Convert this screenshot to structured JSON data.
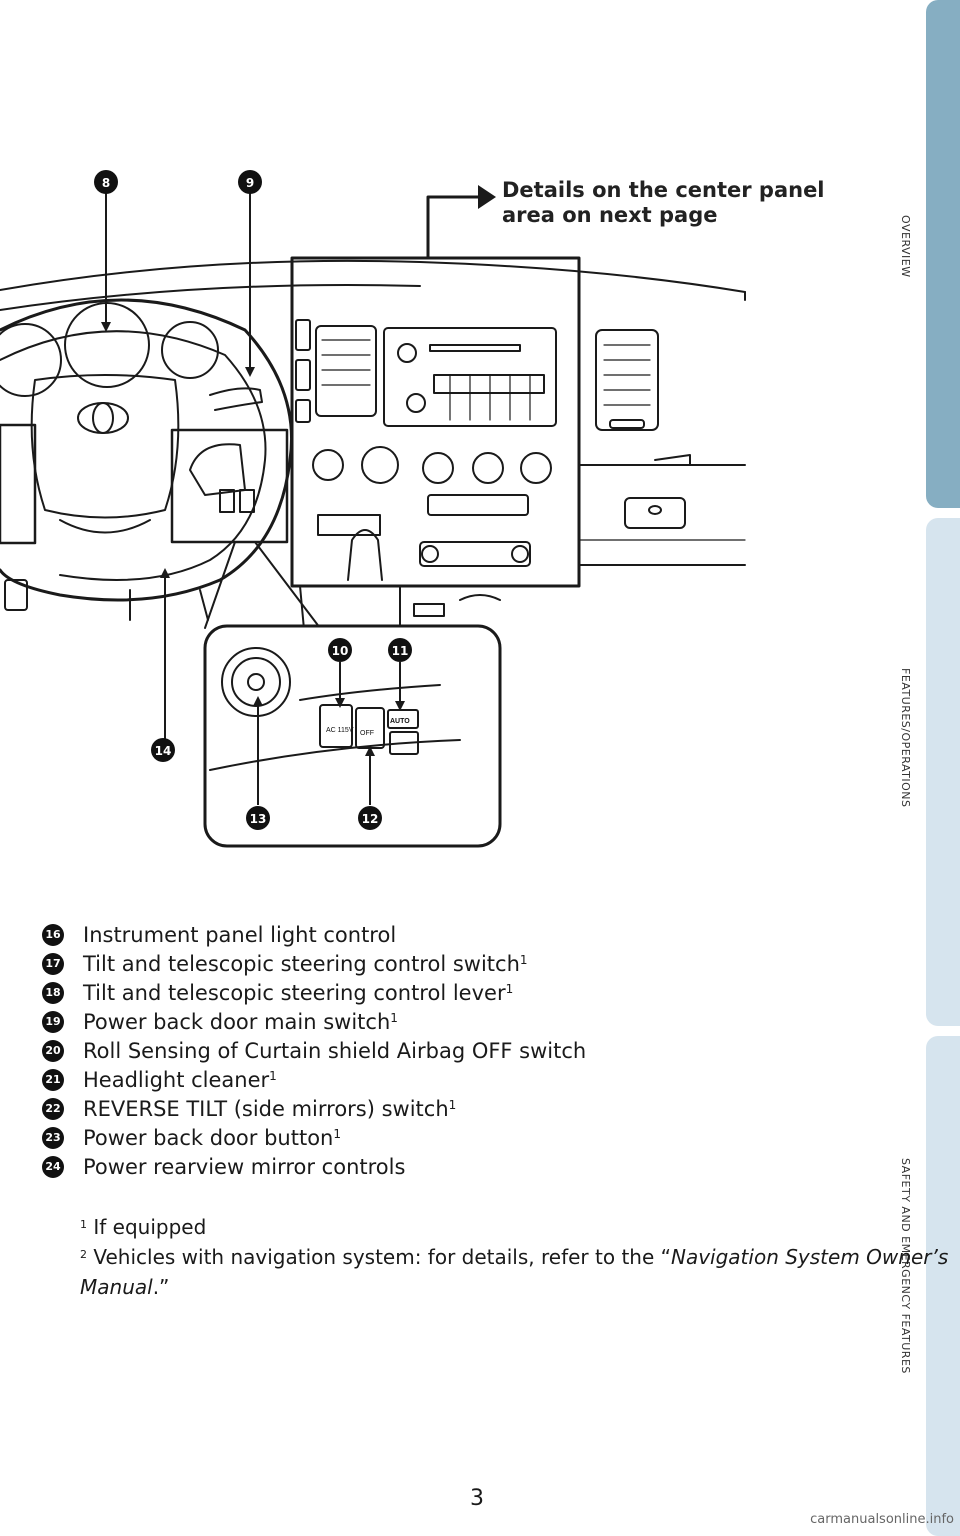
{
  "callout": {
    "line1": "Details on the center panel",
    "line2": "area on next page"
  },
  "diagram_labels": {
    "n8": "8",
    "n9": "9",
    "n10": "10",
    "n11": "11",
    "n12": "12",
    "n13": "13",
    "n14": "14",
    "switch_ac": "AC 115V",
    "switch_off": "OFF",
    "switch_auto": "AUTO"
  },
  "items": [
    {
      "num": "16",
      "text": "Instrument panel light control",
      "sup": ""
    },
    {
      "num": "17",
      "text": "Tilt and telescopic steering control switch",
      "sup": "1"
    },
    {
      "num": "18",
      "text": "Tilt and telescopic steering control lever",
      "sup": "1"
    },
    {
      "num": "19",
      "text": "Power back door main switch",
      "sup": "1"
    },
    {
      "num": "20",
      "text": "Roll Sensing of Curtain shield Airbag OFF switch",
      "sup": ""
    },
    {
      "num": "21",
      "text": "Headlight cleaner",
      "sup": "1"
    },
    {
      "num": "22",
      "text": "REVERSE TILT (side mirrors) switch",
      "sup": "1"
    },
    {
      "num": "23",
      "text": "Power back door button",
      "sup": "1"
    },
    {
      "num": "24",
      "text": "Power rearview mirror controls",
      "sup": ""
    }
  ],
  "notes": {
    "n1_mark": "1",
    "n1_text": "If equipped",
    "n2_mark": "2",
    "n2_text": "Vehicles with navigation system: for details, refer to the “",
    "n2_italic": "Navigation System Owner’s Manual",
    "n2_end": ".”"
  },
  "side_tabs": {
    "overview": "OVERVIEW",
    "features": "FEATURES/OPERATIONS",
    "safety": "SAFETY AND EMERGENCY FEATURES"
  },
  "page_number": "3",
  "watermark": "carmanualsonline.info"
}
